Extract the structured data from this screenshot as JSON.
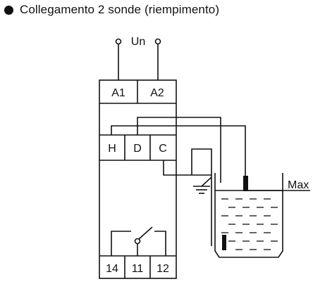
{
  "header": {
    "title": "Collegamento 2 sonde (riempimento)"
  },
  "diagram": {
    "supply_label": "Un",
    "top_terminals": [
      "A1",
      "A2"
    ],
    "probe_terminals": [
      "H",
      "D",
      "C"
    ],
    "relay_terminals": [
      "14",
      "11",
      "12"
    ],
    "tank_level_label": "Max"
  },
  "colors": {
    "stroke": "#111111",
    "background": "#ffffff"
  }
}
